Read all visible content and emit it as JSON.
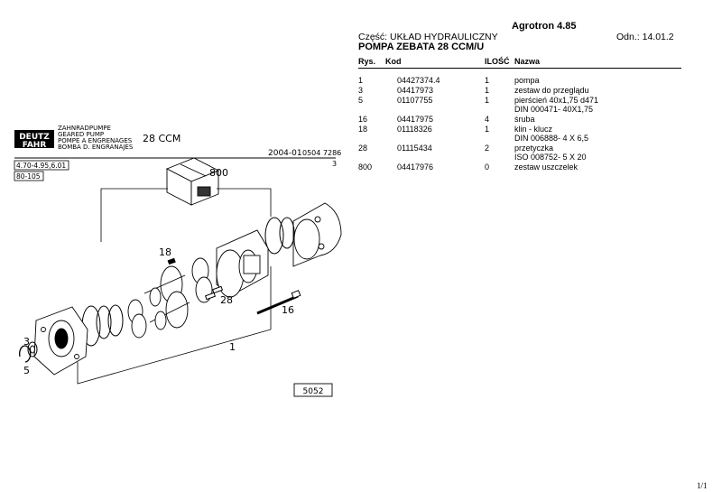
{
  "header": {
    "model": "Agrotron 4.85",
    "part_label": "Część: UKŁAD HYDRAULICZNY",
    "odn": "Odn.: 14.01.2",
    "title": "POMPA ZEBATA 28 CCM/U"
  },
  "table": {
    "columns": [
      "Rys.",
      "Kod",
      "ILOŚĆ",
      "Nazwa"
    ],
    "rows": [
      {
        "rys": "1",
        "kod": "04427374.4",
        "ilosc": "1",
        "nazwa": "pompa",
        "nazwa2": ""
      },
      {
        "rys": "3",
        "kod": "04417973",
        "ilosc": "1",
        "nazwa": "zestaw do przeglądu",
        "nazwa2": ""
      },
      {
        "rys": "5",
        "kod": "01107755",
        "ilosc": "1",
        "nazwa": "pierścień 40x1,75 d471",
        "nazwa2": "DIN 000471- 40X1,75"
      },
      {
        "rys": "16",
        "kod": "04417975",
        "ilosc": "4",
        "nazwa": "śruba",
        "nazwa2": ""
      },
      {
        "rys": "18",
        "kod": "01118326",
        "ilosc": "1",
        "nazwa": "klin - klucz",
        "nazwa2": "DIN 006888- 4 X 6,5"
      },
      {
        "rys": "28",
        "kod": "01115434",
        "ilosc": "2",
        "nazwa": "przetyczka",
        "nazwa2": "ISO 008752- 5 X 20"
      },
      {
        "rys": "800",
        "kod": "04417976",
        "ilosc": "0",
        "nazwa": "zestaw uszczelek",
        "nazwa2": ""
      }
    ]
  },
  "drawing": {
    "brand_top": "DEUTZ",
    "brand_bottom": "FAHR",
    "names": [
      "ZAHNRADPUMPE",
      "GEARED PUMP",
      "POMPE A ENGRENAGES",
      "BOMBA D. ENGRANAJES"
    ],
    "size_label": "28 CCM",
    "date": "2004-01",
    "doc_number": "0504 7286",
    "sheet": "3",
    "range_1": "4.70-4.95,6.01",
    "range_2": "80-105",
    "callouts": {
      "c800": "800",
      "c18": "18",
      "c28": "28",
      "c16": "16",
      "c1": "1",
      "c3": "3",
      "c5": "5"
    },
    "ref_box": "5052"
  },
  "footer": {
    "page": "1/1"
  }
}
